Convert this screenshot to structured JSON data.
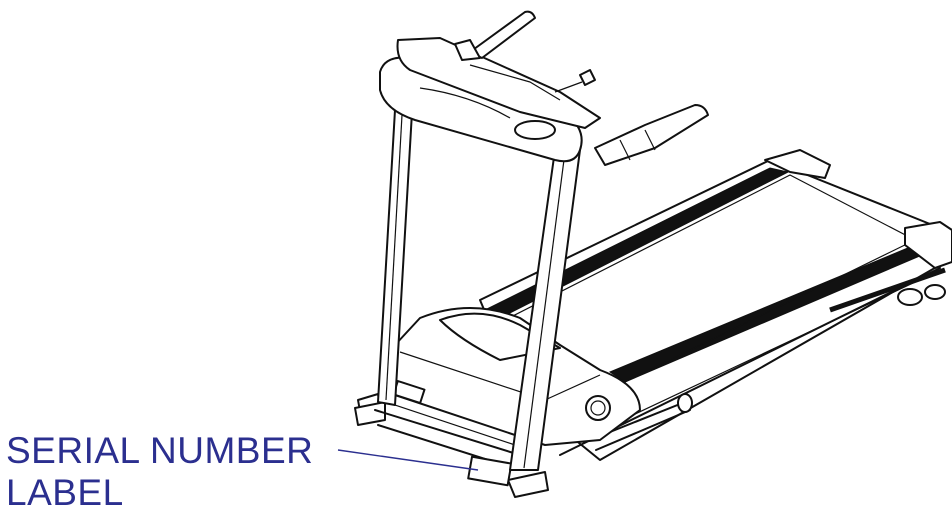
{
  "callout": {
    "line1": "SERIAL NUMBER",
    "line2": "LABEL",
    "color": "#2b2f8f"
  },
  "illustration": {
    "subject": "treadmill line drawing",
    "icon": "treadmill-icon"
  }
}
